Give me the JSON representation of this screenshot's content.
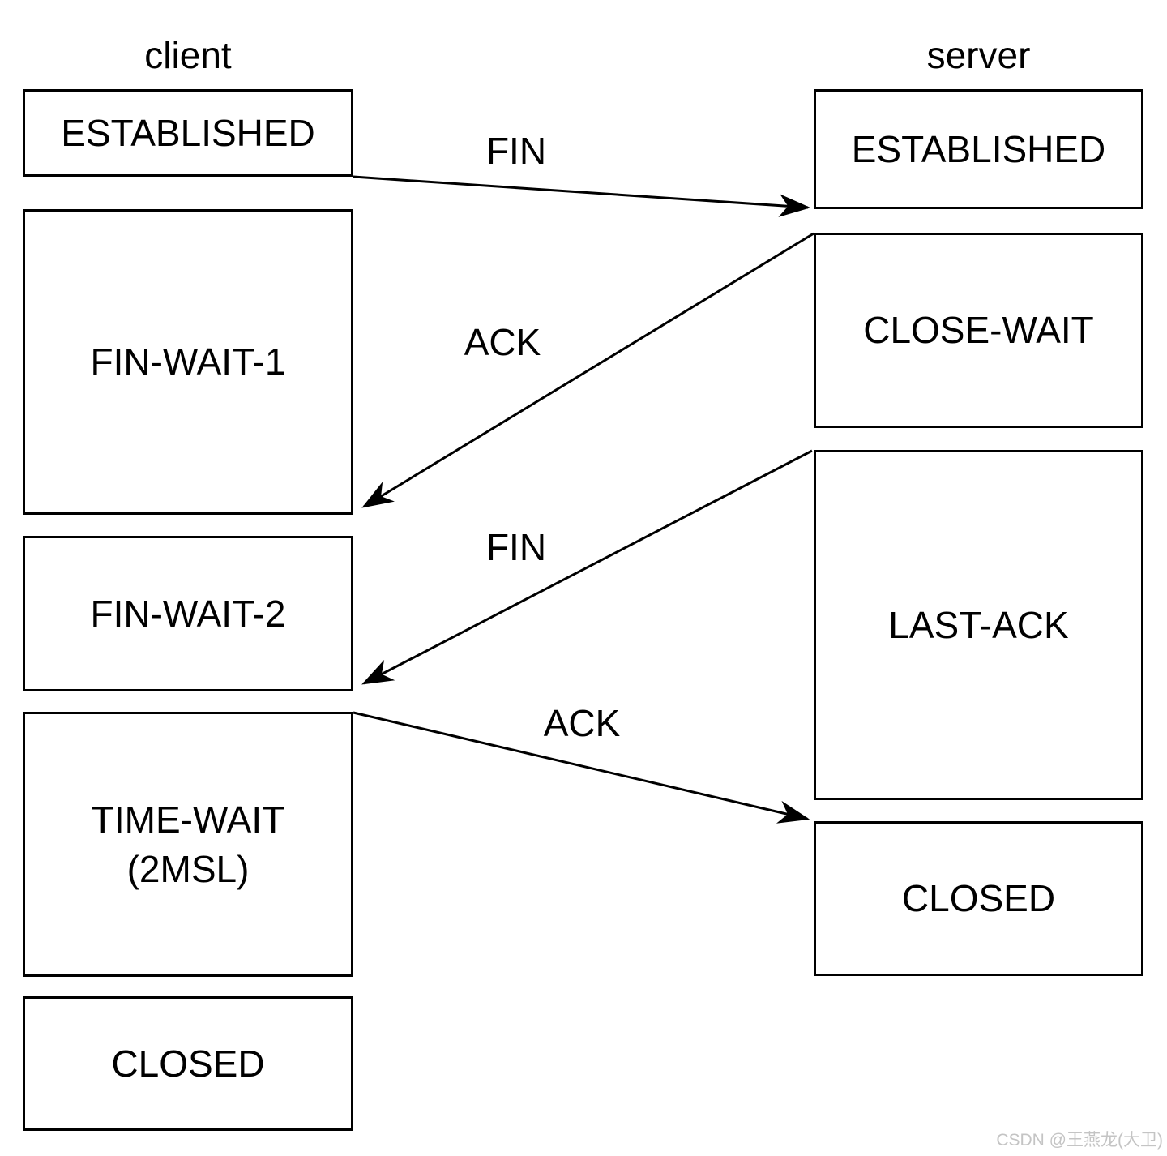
{
  "columns": {
    "client": {
      "heading": "client",
      "boxes": [
        {
          "label": "ESTABLISHED"
        },
        {
          "label": "FIN-WAIT-1"
        },
        {
          "label": "FIN-WAIT-2"
        },
        {
          "label": "TIME-WAIT",
          "label2": "(2MSL)"
        },
        {
          "label": "CLOSED"
        }
      ]
    },
    "server": {
      "heading": "server",
      "boxes": [
        {
          "label": "ESTABLISHED"
        },
        {
          "label": "CLOSE-WAIT"
        },
        {
          "label": "LAST-ACK"
        },
        {
          "label": "CLOSED"
        }
      ]
    }
  },
  "arrows": [
    {
      "label": "FIN",
      "from": "client ESTABLISHED",
      "to": "server ESTABLISHED"
    },
    {
      "label": "ACK",
      "from": "server CLOSE-WAIT",
      "to": "client FIN-WAIT-1"
    },
    {
      "label": "FIN",
      "from": "server LAST-ACK",
      "to": "client FIN-WAIT-2"
    },
    {
      "label": "ACK",
      "from": "client TIME-WAIT",
      "to": "server CLOSED"
    }
  ],
  "watermark": "CSDN @王燕龙(大卫)",
  "colors": {
    "line": "#000000",
    "background": "#ffffff",
    "watermark": "#c4c4c4"
  }
}
